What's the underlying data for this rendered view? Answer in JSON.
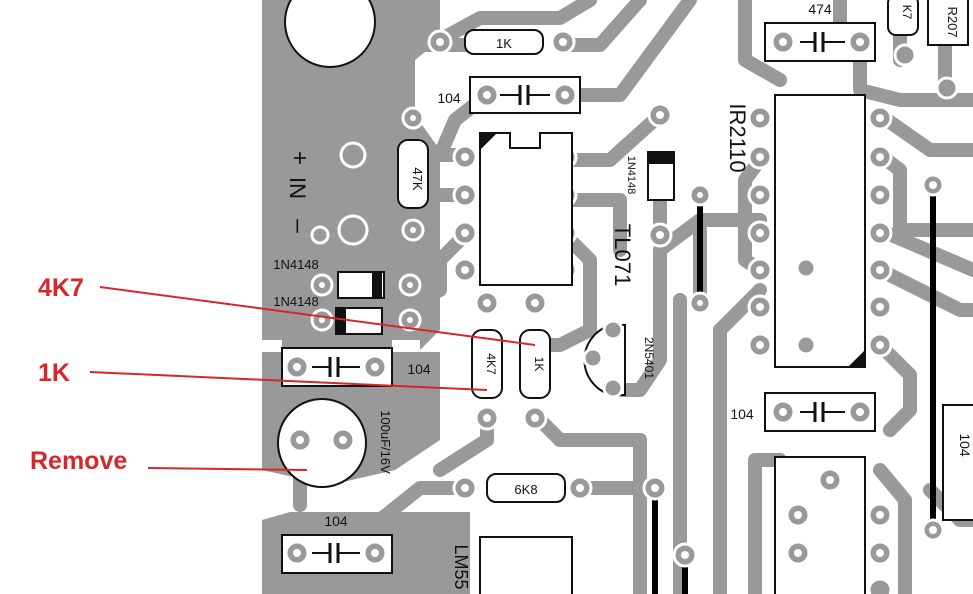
{
  "annotations": {
    "label_4k7": "4K7",
    "label_1k": "1K",
    "label_remove": "Remove"
  },
  "components": {
    "r_1k_top": "1K",
    "c_104_top": "104",
    "r_47k": "47K",
    "d_1n4148_right": "1N4148",
    "ic_ir2110": "IR2110",
    "ic_tl071": "TL071",
    "c_474": "474",
    "r_top_k7": "K7",
    "r_r207": "R207",
    "in_plus": "+",
    "in_label": "IN",
    "in_minus": "–",
    "d1_1n4148": "1N4148",
    "d2_1n4148": "1N4148",
    "c_104_left": "104",
    "r_4k7": "4K7",
    "r_1k_mid": "1K",
    "q_2n5401": "2N5401",
    "c_100uf": "100uF/16V",
    "c_104_right": "104",
    "c_104_edge": "104",
    "r_6k8": "6K8",
    "c_104_bottom": "104",
    "ic_lm555": "LM55"
  },
  "colors": {
    "copper": "#999999",
    "silkscreen": "#111111",
    "annotation": "#d7262b",
    "background": "#ffffff"
  }
}
